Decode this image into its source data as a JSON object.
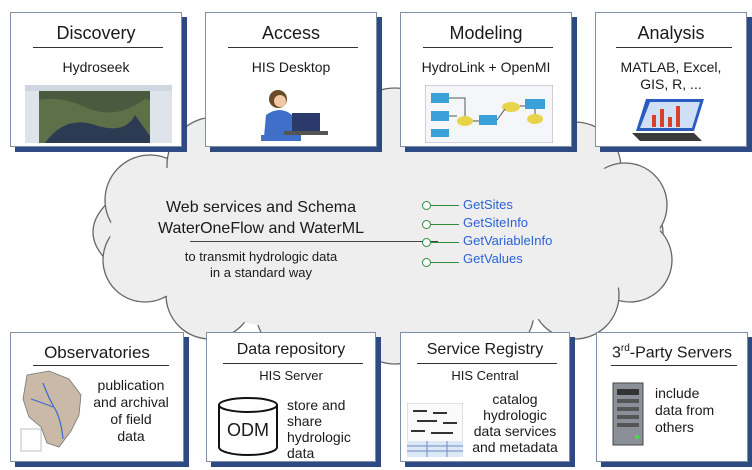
{
  "top": [
    {
      "title": "Discovery",
      "subtitle": "Hydroseek",
      "icon": "map-screenshot-icon"
    },
    {
      "title": "Access",
      "subtitle": "HIS Desktop",
      "icon": "person-laptop-icon"
    },
    {
      "title": "Modeling",
      "subtitle": "HydroLink + OpenMI",
      "icon": "flow-diagram-icon"
    },
    {
      "title": "Analysis",
      "subtitle_lines": [
        "MATLAB, Excel,",
        "GIS, R, ..."
      ],
      "icon": "laptop-chart-icon"
    }
  ],
  "cloud": {
    "line1": "Web services and Schema",
    "line2": "WaterOneFlow and WaterML",
    "line3": "to transmit hydrologic data",
    "line4": "in a standard way",
    "services": [
      "GetSites",
      "GetSiteInfo",
      "GetVariableInfo",
      "GetValues"
    ]
  },
  "bottom": [
    {
      "title": "Observatories",
      "desc_lines": [
        "publication",
        "and archival",
        "of field",
        "data"
      ],
      "icon": "watershed-map-icon"
    },
    {
      "title": "Data repository",
      "subtitle": "HIS Server",
      "icon_label": "ODM",
      "desc_lines": [
        "store and",
        "share",
        "hydrologic",
        "data"
      ]
    },
    {
      "title": "Service Registry",
      "subtitle": "HIS Central",
      "icon": "catalog-icon",
      "desc_lines": [
        "catalog",
        "hydrologic",
        "data services",
        "and metadata"
      ]
    },
    {
      "title_prefix": "3",
      "title_sup": "rd",
      "title_suffix": "-Party Servers",
      "icon": "server-icon",
      "desc_lines": [
        "include",
        "data from",
        "others"
      ]
    }
  ],
  "colors": {
    "box_shadow": "#2e4a82",
    "service_text": "#2a62d8",
    "service_connector": "#2e8b3a",
    "cloud_fill": "#eeeeee",
    "cloud_stroke": "#666666"
  }
}
